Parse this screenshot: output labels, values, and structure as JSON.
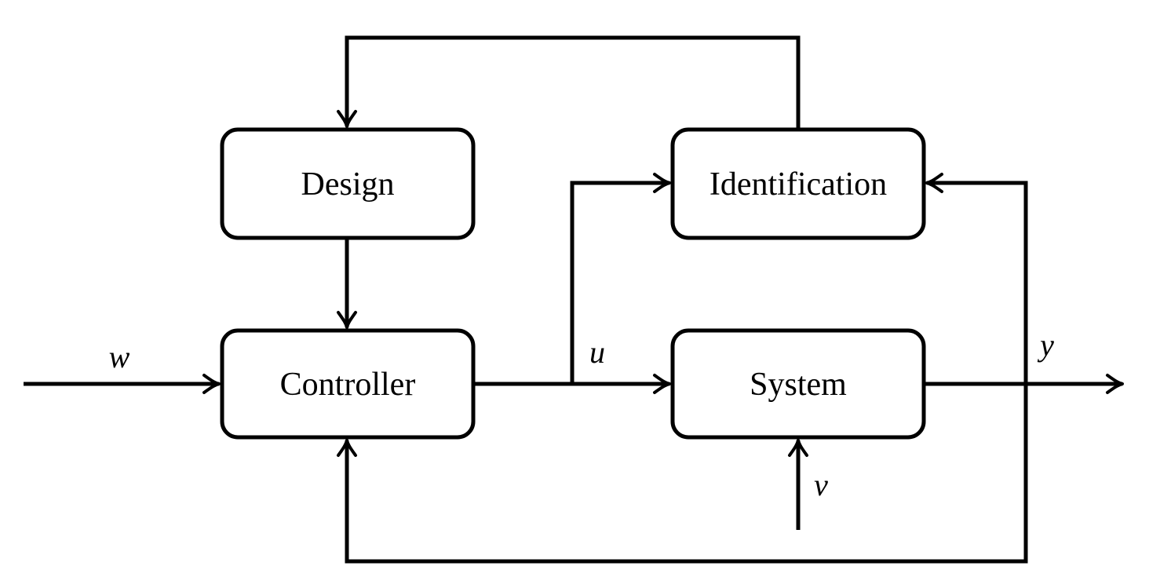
{
  "figure": {
    "background_color": "#ffffff",
    "stroke_color": "#000000",
    "nodes": [
      {
        "id": "design",
        "label": "Design"
      },
      {
        "id": "identification",
        "label": "Identification"
      },
      {
        "id": "controller",
        "label": "Controller"
      },
      {
        "id": "system",
        "label": "System"
      }
    ],
    "signals": [
      {
        "id": "w",
        "label": "w",
        "description": "reference input arrow into Controller"
      },
      {
        "id": "u",
        "label": "u",
        "description": "control signal from Controller to System and Identification"
      },
      {
        "id": "y",
        "label": "y",
        "description": "output signal from System, fed back to Identification and Controller"
      },
      {
        "id": "v",
        "label": "v",
        "description": "disturbance input arrow into System"
      }
    ]
  }
}
